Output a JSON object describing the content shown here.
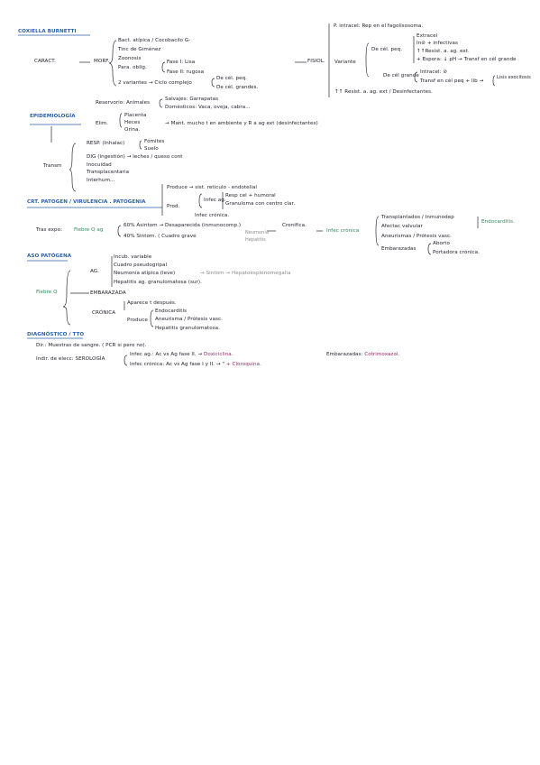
{
  "title": "COXIELLA BURNETTI",
  "caract": {
    "label": "CARACT.",
    "morf": "MORF.",
    "items": [
      "Bact. atípica / Cocobacilo G-",
      "Tinc de Giménez",
      "Zoonosis",
      "Para. oblig.",
      "2 variantes → Ciclo complejo"
    ],
    "fases": [
      "Fase I: Lisa",
      "Fase II: rugosa"
    ],
    "cel": [
      "De cél. peq.",
      "De cél. grandes."
    ]
  },
  "fisiol": {
    "label": "FISIOL.",
    "p_intracel": "P. intracel: Rep en el fagolisosoma.",
    "variante": "Variante",
    "cel_peq": "De cél. peq.",
    "peq_items": [
      "Extracel",
      "In⊘ + infectivas",
      "↑↑Resist. a. ag. ext.",
      "+ Espora: ↓ pH → Transf en cél grande"
    ],
    "cel_grande": "De cél grande",
    "grande_items": [
      "Intracel: ⊘",
      "Transf en cél peq + lib →"
    ],
    "lib_note": "Lisis exocitosis",
    "resist": "↑↑ Resist. a. ag. ext / Desinfectantes."
  },
  "epi": {
    "label": "EPIDEMIOLOGÍA",
    "reservorio": "Reservorio: Animales",
    "salvajes": "Salvajes: Garrapatas",
    "domesticos": "Domésticos: Vaca, oveja, cabra...",
    "elim": "Elim.",
    "elim_items": [
      "Placenta",
      "Heces",
      "Orina."
    ],
    "mant": "→ Mant. mucho t en ambiente y R a ag ext (desinfectantes)",
    "transm": "Transm",
    "resp": "RESP. (Inhalac)",
    "resp_items": [
      "Fómites",
      "Suelo"
    ],
    "transm_items": [
      "DIG (ingestión) → leches / queso cont",
      "Inocuidad",
      "Transplacentaria",
      "Interhum..."
    ]
  },
  "patogen": {
    "label": "CRT. PATOGEN / VIRULENCIA . PATOGENIA",
    "produce": "Produce → sist. reticulo - endotelial",
    "prod": "Prod.",
    "infec_ag": "Infec ag.",
    "infec_ag_items": [
      "Resp cel + humoral",
      "Granuloma con centro clar."
    ],
    "infec_cron": "Infec crónica.",
    "tras_expo": "Tras expo:",
    "fiebre_q": "Fiebre Q ag",
    "sintom1": "60% Asintom → Desaparecida (inmunocomp.)",
    "sintom2": "40% Sintom. ( Cuadro grave",
    "grave_items": [
      "Neumonía",
      "Hepatitis"
    ],
    "cronifica": "Cronifica.",
    "infec_cronica": "Infec crónica",
    "cronica_items": [
      "Transplantados / Inmunodep",
      "Afectac valvular",
      "Aneurismas / Prótesis vasc.",
      "Embarazadas"
    ],
    "endocarditis": "Endocarditis.",
    "embarazadas_items": [
      "Aborto",
      "Portadora crónica."
    ]
  },
  "fiebre": {
    "label": "ASO PATÓGENA",
    "fiebre_q": "Fiebre Q",
    "ag": "AG.",
    "ag_items": [
      "Incub. variable",
      "Cuadro pseudogripal",
      "Neumonía atípica (leve)",
      "Hepatitis ag. granulomatosa (sur)."
    ],
    "neumo_note": "→ Sintom → Hepatoesplenomegalia",
    "embarazada": "EMBARAZADA",
    "cronica": "CRÓNICA",
    "cronica_first": "Aparece t después.",
    "produce": "Produce",
    "produce_items": [
      "Endocarditis",
      "Aneurisma / Prótesis vasc.",
      "Hepatitis granulomatosa."
    ]
  },
  "diag": {
    "label": "DIAGNÓSTICO / TTO",
    "dir": "Dir.: Muestras de sangre. ( PCR si pero no).",
    "indir": "Indir. de elecc: SEROLOGÍA",
    "infec_ag": "Infec ag.: Ac vs Ag fase II. →",
    "infec_ag_tto": "Doxiciclina.",
    "infec_cron": "Infec crónica: Ac vs Ag fase I y II. → \"",
    "infec_cron_tto": "+ Cloroquina.",
    "embarazadas": "Embarazadas:",
    "embarazadas_tto": "Cotrimoxazol."
  }
}
